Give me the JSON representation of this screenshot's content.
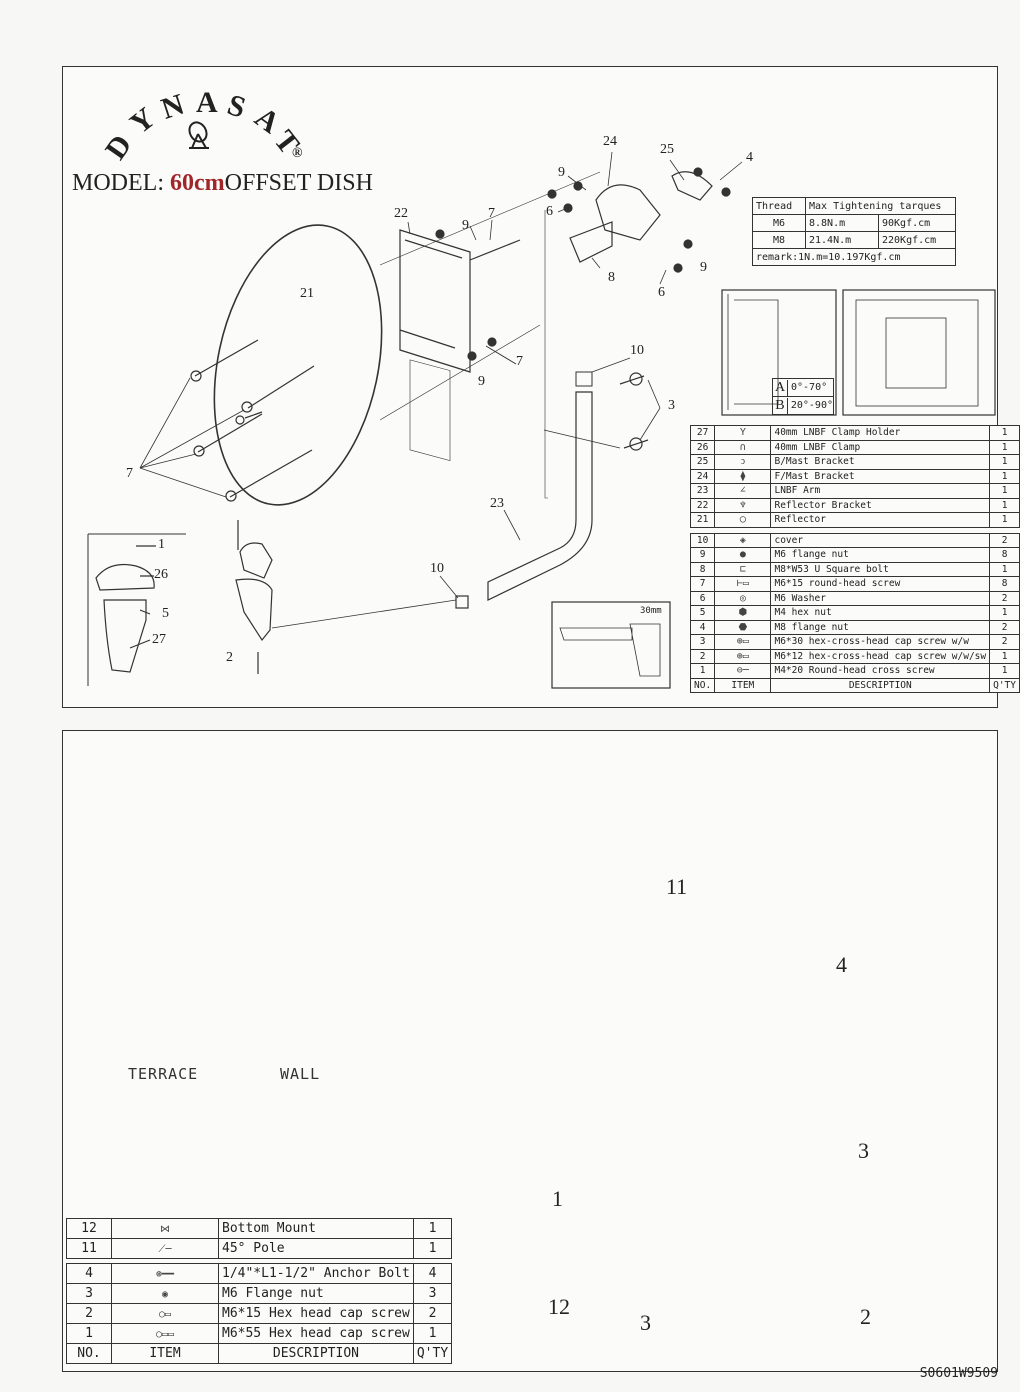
{
  "brand": {
    "letters": [
      "D",
      "Y",
      "N",
      "A",
      "S",
      "A",
      "T"
    ],
    "registered": "®",
    "model_prefix": "MODEL: ",
    "model_size": "60cm",
    "model_suffix": "OFFSET DISH"
  },
  "torque_table": {
    "headers": [
      "Thread",
      "Max Tightening tarques"
    ],
    "rows": [
      {
        "thread": "M6",
        "nm": "8.8N.m",
        "kgf": "90Kgf.cm"
      },
      {
        "thread": "M8",
        "nm": "21.4N.m",
        "kgf": "220Kgf.cm"
      }
    ],
    "remark": "remark:1N.m=10.197Kgf.cm"
  },
  "angle_range": {
    "a_label": "A",
    "a_value": "0°-70°",
    "b_label": "B",
    "b_value": "20°-90°"
  },
  "callouts_top": [
    "24",
    "25",
    "4",
    "9",
    "6",
    "22",
    "9",
    "7",
    "8",
    "9",
    "6",
    "21",
    "7",
    "9",
    "10",
    "3",
    "7",
    "23",
    "10",
    "1",
    "26",
    "5",
    "27",
    "2"
  ],
  "parts_top": {
    "footer": [
      "NO.",
      "ITEM",
      "DESCRIPTION",
      "Q'TY"
    ],
    "group_a": [
      {
        "no": "27",
        "icon": "clamp-holder-icon",
        "glyph": "Y",
        "desc": "40mm LNBF Clamp Holder",
        "qty": "1"
      },
      {
        "no": "26",
        "icon": "clamp-icon",
        "glyph": "∩",
        "desc": "40mm LNBF Clamp",
        "qty": "1"
      },
      {
        "no": "25",
        "icon": "b-mast-bracket-icon",
        "glyph": "ↄ",
        "desc": "B/Mast Bracket",
        "qty": "1"
      },
      {
        "no": "24",
        "icon": "f-mast-bracket-icon",
        "glyph": "⧫",
        "desc": "F/Mast Bracket",
        "qty": "1"
      },
      {
        "no": "23",
        "icon": "lnbf-arm-icon",
        "glyph": "∠",
        "desc": "LNBF Arm",
        "qty": "1"
      },
      {
        "no": "22",
        "icon": "reflector-bracket-icon",
        "glyph": "♆",
        "desc": "Reflector Bracket",
        "qty": "1"
      },
      {
        "no": "21",
        "icon": "reflector-icon",
        "glyph": "◯",
        "desc": "Reflector",
        "qty": "1"
      }
    ],
    "group_b": [
      {
        "no": "10",
        "icon": "cover-icon",
        "glyph": "◈",
        "desc": "cover",
        "qty": "2"
      },
      {
        "no": "9",
        "icon": "flange-nut-icon",
        "glyph": "●",
        "desc": "M6 flange nut",
        "qty": "8"
      },
      {
        "no": "8",
        "icon": "u-bolt-icon",
        "glyph": "⊏",
        "desc": "M8*W53 U Square bolt",
        "qty": "1"
      },
      {
        "no": "7",
        "icon": "round-head-screw-icon",
        "glyph": "⊢▭",
        "desc": "M6*15 round-head screw",
        "qty": "8"
      },
      {
        "no": "6",
        "icon": "washer-icon",
        "glyph": "◎",
        "desc": "M6 Washer",
        "qty": "2"
      },
      {
        "no": "5",
        "icon": "hex-nut-icon",
        "glyph": "⬢",
        "desc": "M4 hex nut",
        "qty": "1"
      },
      {
        "no": "4",
        "icon": "flange-nut-icon",
        "glyph": "⬣",
        "desc": "M8 flange nut",
        "qty": "2"
      },
      {
        "no": "3",
        "icon": "cap-screw-icon",
        "glyph": "⊕▭",
        "desc": "M6*30 hex-cross-head cap screw w/w",
        "qty": "2"
      },
      {
        "no": "2",
        "icon": "cap-screw-icon",
        "glyph": "⊕▭",
        "desc": "M6*12 hex-cross-head cap screw w/w/sw",
        "qty": "1"
      },
      {
        "no": "1",
        "icon": "cross-screw-icon",
        "glyph": "⊖─",
        "desc": "M4*20 Round-head cross screw",
        "qty": "1"
      }
    ]
  },
  "dim_30": "30mm",
  "mounting": {
    "terrace": "TERRACE",
    "wall": "WALL"
  },
  "callouts_bottom": [
    "11",
    "4",
    "3",
    "1",
    "12",
    "3",
    "2"
  ],
  "parts_bottom": {
    "footer": [
      "NO.",
      "ITEM",
      "DESCRIPTION",
      "Q'TY"
    ],
    "group_a": [
      {
        "no": "12",
        "icon": "bottom-mount-icon",
        "glyph": "⋈",
        "desc": "Bottom Mount",
        "qty": "1"
      },
      {
        "no": "11",
        "icon": "pole-icon",
        "glyph": "⟋─",
        "desc": "45° Pole",
        "qty": "1"
      }
    ],
    "group_b": [
      {
        "no": "4",
        "icon": "anchor-bolt-icon",
        "glyph": "⊛━━",
        "desc": "1/4\"*L1-1/2\" Anchor Bolt",
        "qty": "4"
      },
      {
        "no": "3",
        "icon": "flange-nut-icon",
        "glyph": "◉",
        "desc": "M6 Flange nut",
        "qty": "3"
      },
      {
        "no": "2",
        "icon": "hex-screw-icon",
        "glyph": "○▭",
        "desc": "M6*15 Hex head cap screw",
        "qty": "2"
      },
      {
        "no": "1",
        "icon": "hex-screw-icon",
        "glyph": "○▭▭",
        "desc": "M6*55 Hex head cap screw",
        "qty": "1"
      }
    ]
  },
  "footer_code": "S0601W9509"
}
